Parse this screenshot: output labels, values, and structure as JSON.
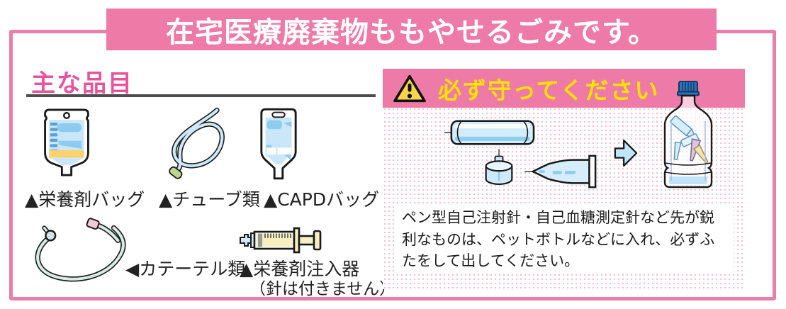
{
  "title": "在宅医療廃棄物ももやせるごみです。",
  "items_section": {
    "heading": "主な品目",
    "items": [
      {
        "label": "▲栄養剤バッグ",
        "icon": "nutrition-bag-icon"
      },
      {
        "label": "▲チューブ類",
        "icon": "tubes-icon"
      },
      {
        "label": "▲CAPDバッグ",
        "icon": "capd-bag-icon"
      },
      {
        "label": "◀カテーテル類",
        "icon": "catheter-icon"
      },
      {
        "label": "▲栄養剤注入器",
        "note": "（針は付きません）",
        "icon": "nutrient-syringe-icon"
      }
    ]
  },
  "warning_panel": {
    "heading": "必ず守ってください",
    "warning_icon": "warning-triangle-icon",
    "illustrations": [
      "pen-needle-case-icon",
      "needle-cap-icon",
      "pen-needle-icon",
      "right-arrow-icon",
      "pet-bottle-icon"
    ],
    "body_text": "ペン型自己注射針・自己血糖測定針など先が鋭利なものは、ペットボトルなどに入れ、必ずふたをして出してください。"
  },
  "colors": {
    "accent_pink": "#ee7aa8",
    "heading_pink": "#e8549c",
    "border_pink": "#e87fa8",
    "warning_text_yellow": "#ffe100",
    "warning_triangle_yellow": "#f9d44c",
    "illustration_light_blue": "#cfe9f8",
    "illustration_mid_blue": "#8fcdf2",
    "bag_yellow_strip": "#fbd36e",
    "syringe_cream": "#f6efc2",
    "bottle_cap_blue": "#2e74b8",
    "rule_gray": "#4d4d4d"
  }
}
